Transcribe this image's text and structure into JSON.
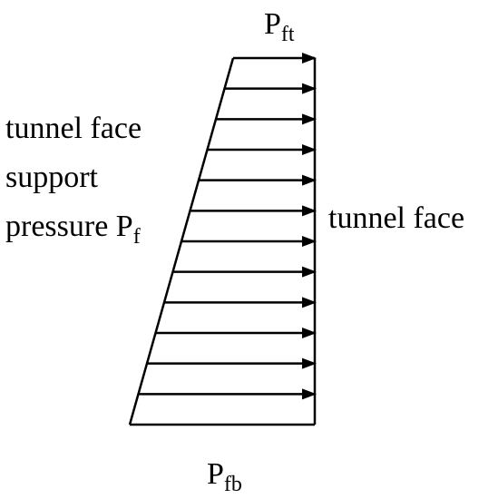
{
  "diagram": {
    "top_label": {
      "symbol": "P",
      "subscript": "ft"
    },
    "bottom_label": {
      "symbol": "P",
      "subscript": "fb"
    },
    "left_label": {
      "line1": "tunnel face",
      "line2": "support",
      "line3_text": "pressure ",
      "line3_symbol": "P",
      "line3_subscript": "f"
    },
    "right_label": "tunnel face",
    "arrow_count": 12,
    "colors": {
      "stroke": "#000000",
      "background": "#ffffff"
    }
  }
}
